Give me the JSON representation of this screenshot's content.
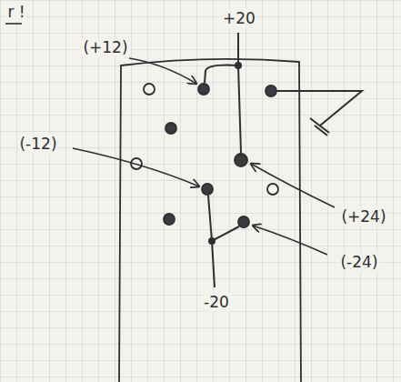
{
  "diagram": {
    "labels": [
      "r !",
      "+20",
      "(+12)",
      "(-12)",
      "(+24)",
      "(-24)",
      "-20"
    ]
  }
}
